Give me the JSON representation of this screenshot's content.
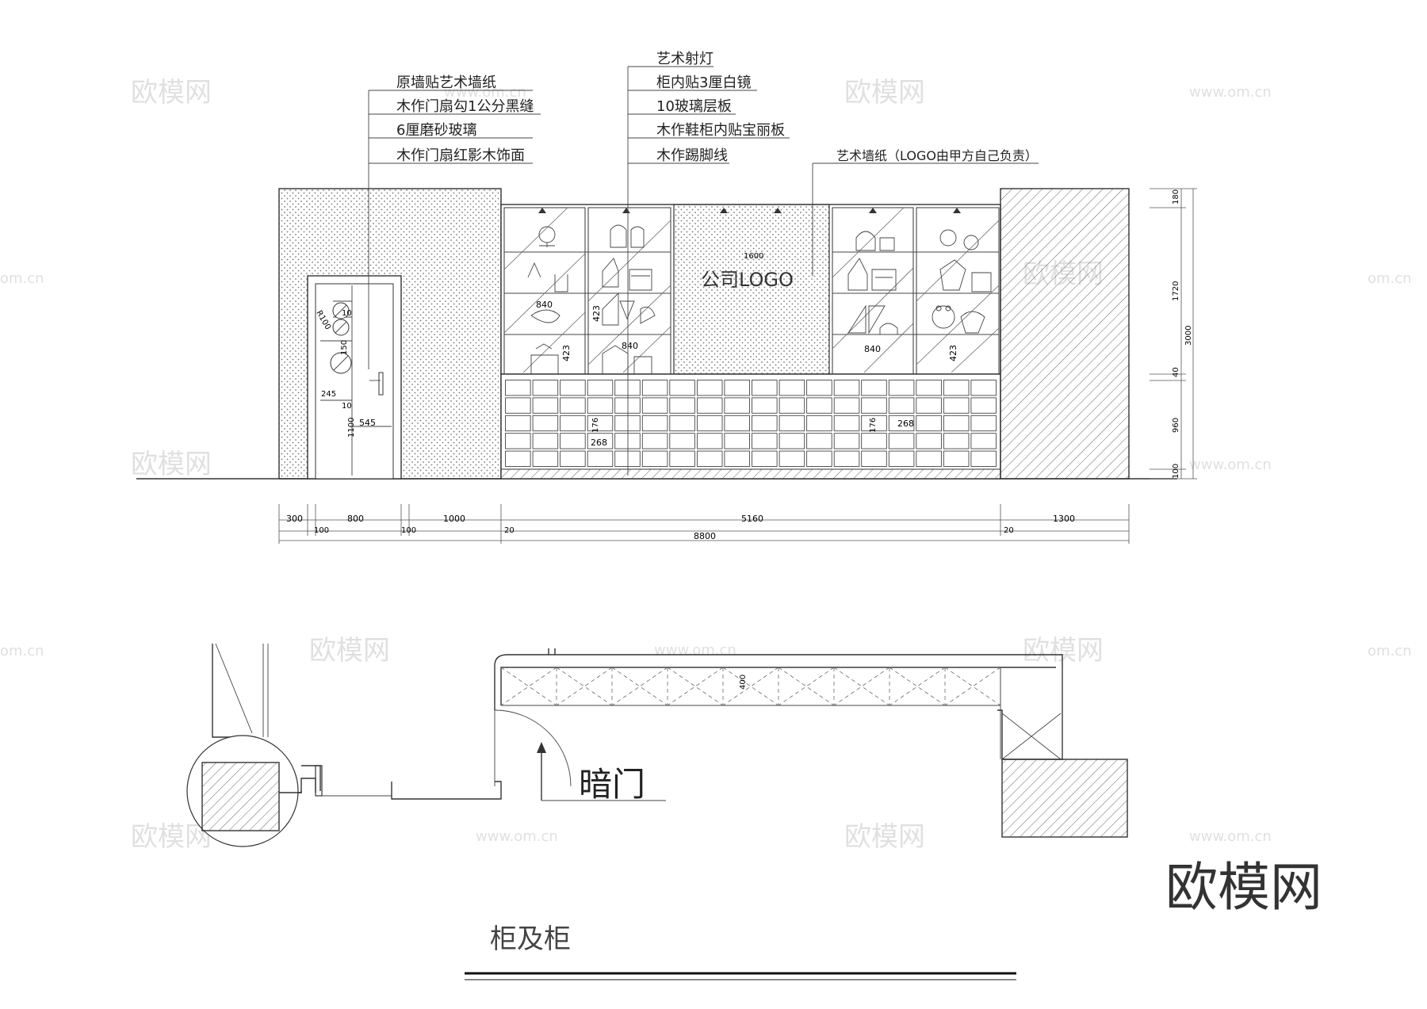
{
  "labels_left": [
    "原墙贴艺术墙纸",
    "木作门扇勾1公分黑缝",
    "6厘磨砂玻璃",
    "木作门扇红影木饰面"
  ],
  "labels_center": [
    "艺术射灯",
    "柜内贴3厘白镜",
    "10玻璃层板",
    "木作鞋柜内贴宝丽板",
    "木作踢脚线"
  ],
  "label_right": "艺术墙纸（LOGO由甲方自己负责）",
  "logo_text": "公司LOGO",
  "door_dims": {
    "r": "R100",
    "a": "10",
    "b": "150",
    "c": "10",
    "d": "245",
    "e": "1100",
    "f": "545"
  },
  "cabinet_dims": {
    "top_width": "1600",
    "shelf_w1": "840",
    "shelf_w2": "840",
    "shelf_w3": "840",
    "h1": "423",
    "h2": "423",
    "h3": "423",
    "cell_h1": "176",
    "cell_h2": "176",
    "cell_w1": "268",
    "cell_w2": "268"
  },
  "right_dims": [
    "180",
    "1720",
    "40",
    "960",
    "100",
    "3000"
  ],
  "bottom_dims_row1": [
    "300",
    "800",
    "1000",
    "5160",
    "1300"
  ],
  "bottom_dims_row2": [
    "100",
    "100",
    "20",
    "20"
  ],
  "total_dim": "8800",
  "plan_dim": "400",
  "hidden_door": "暗门",
  "title": "柜及柜",
  "watermark_brand": "欧模网",
  "watermark_url": "www.om.cn",
  "watermark_url_edge": "om.cn"
}
